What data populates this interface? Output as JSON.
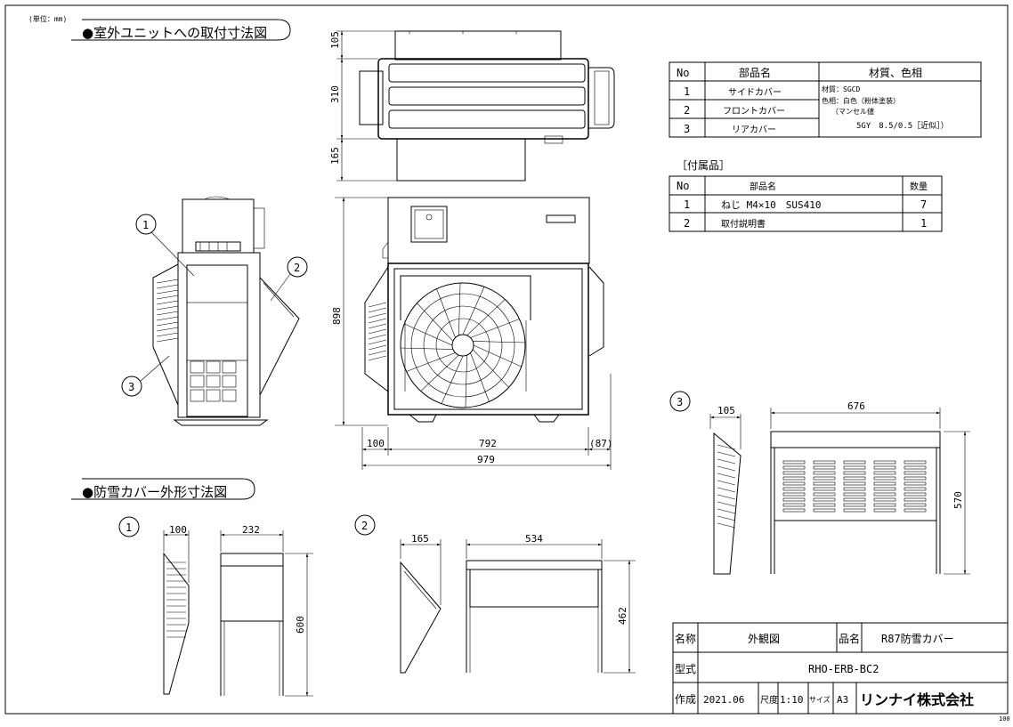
{
  "unit_note": "(単位：mm)",
  "section1_title": "●室外ユニットへの取付寸法図",
  "section2_title": "●防雪カバー外形寸法図",
  "dims": {
    "top_105": "105",
    "top_310": "310",
    "top_165": "165",
    "front_898": "898",
    "front_100": "100",
    "front_792": "792",
    "front_87": "(87)",
    "front_979": "979",
    "p3_105": "105",
    "p3_676": "676",
    "p3_570": "570",
    "p1_100": "100",
    "p1_232": "232",
    "p1_600": "600",
    "p2_165": "165",
    "p2_534": "534",
    "p2_462": "462"
  },
  "callouts": {
    "c1": "1",
    "c2": "2",
    "c3": "3"
  },
  "parts_table": {
    "headers": [
      "No",
      "部品名",
      "材質、色相"
    ],
    "rows": [
      {
        "no": "1",
        "name": "サイドカバー"
      },
      {
        "no": "2",
        "name": "フロントカバー"
      },
      {
        "no": "3",
        "name": "リアカバー"
      }
    ],
    "material": [
      "材質：SGCD",
      "色相：白色（粉体塗装）",
      "（マンセル値",
      "5GY　8.5/0.5［近似］）"
    ]
  },
  "accessories": {
    "title": "［付属品］",
    "headers": [
      "No",
      "部品名",
      "数量"
    ],
    "rows": [
      {
        "no": "1",
        "name": "ねじ M4×10　SUS410",
        "qty": "7"
      },
      {
        "no": "2",
        "name": "取付説明書",
        "qty": "1"
      }
    ]
  },
  "title_block": {
    "name_label": "名称",
    "name_value": "外観図",
    "product_label": "品名",
    "product_value": "R87防雪カバー",
    "model_label": "型式",
    "model_value": "RHO-ERB-BC2",
    "created_label": "作成",
    "created_value": "2021.06",
    "scale_label": "尺度",
    "scale_value": "1:10",
    "size_label": "サイズ",
    "size_value": "A3",
    "company": "リンナイ株式会社"
  },
  "corner_code": "100"
}
